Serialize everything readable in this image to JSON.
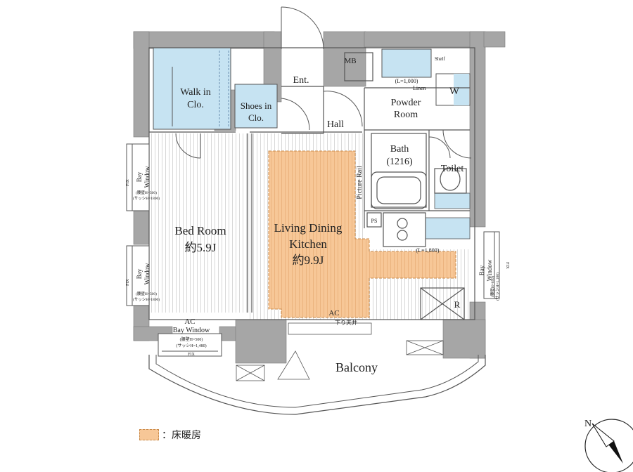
{
  "rooms": {
    "walk_in_closet": [
      "Walk in",
      "Clo."
    ],
    "shoes_in_closet": [
      "Shoes in",
      "Clo."
    ],
    "entrance": "Ent.",
    "mb": "MB",
    "hall": "Hall",
    "powder_room": [
      "Powder",
      "Room"
    ],
    "washer": "W",
    "shelf": "Shelf",
    "linen": "Linen",
    "shelf_length": "(L=1,000)",
    "bath": [
      "Bath",
      "(1216)"
    ],
    "toilet": "Toilet",
    "picture_rail": "Picture Rail",
    "ps": "PS",
    "bedroom": [
      "Bed Room",
      "約5.9J"
    ],
    "ldk": [
      "Living Dining",
      "Kitchen",
      "約9.9J"
    ],
    "counter_length": "(L=1,800)",
    "refrigerator": "R",
    "balcony": "Balcony",
    "ac_bedroom": "AC",
    "ac_ldk": "AC",
    "lowered_ceiling": "下り天井"
  },
  "windows": {
    "bay_window_label": [
      "Bay",
      "Window"
    ],
    "fix": "FIX",
    "left_upper_note": [
      "(腰壁H=500)",
      "(サッシH=1800)"
    ],
    "left_lower_note": [
      "(腰壁H=500)",
      "(サッシH=1800)"
    ],
    "bottom_label": "Bay Window",
    "bottom_note": [
      "(腰壁H=500)",
      "(サッシH=1,480)"
    ],
    "right_note": [
      "(腰壁H=850)",
      "(サッシH=1,100)"
    ]
  },
  "legend": {
    "text": "：床暖房",
    "color": "#f7c797"
  },
  "compass": {
    "north": "N"
  },
  "colors": {
    "wall": "#a6a6a6",
    "closet": "#c6e3f2",
    "floor_heating": "#f7c797",
    "outline": "#555555"
  }
}
